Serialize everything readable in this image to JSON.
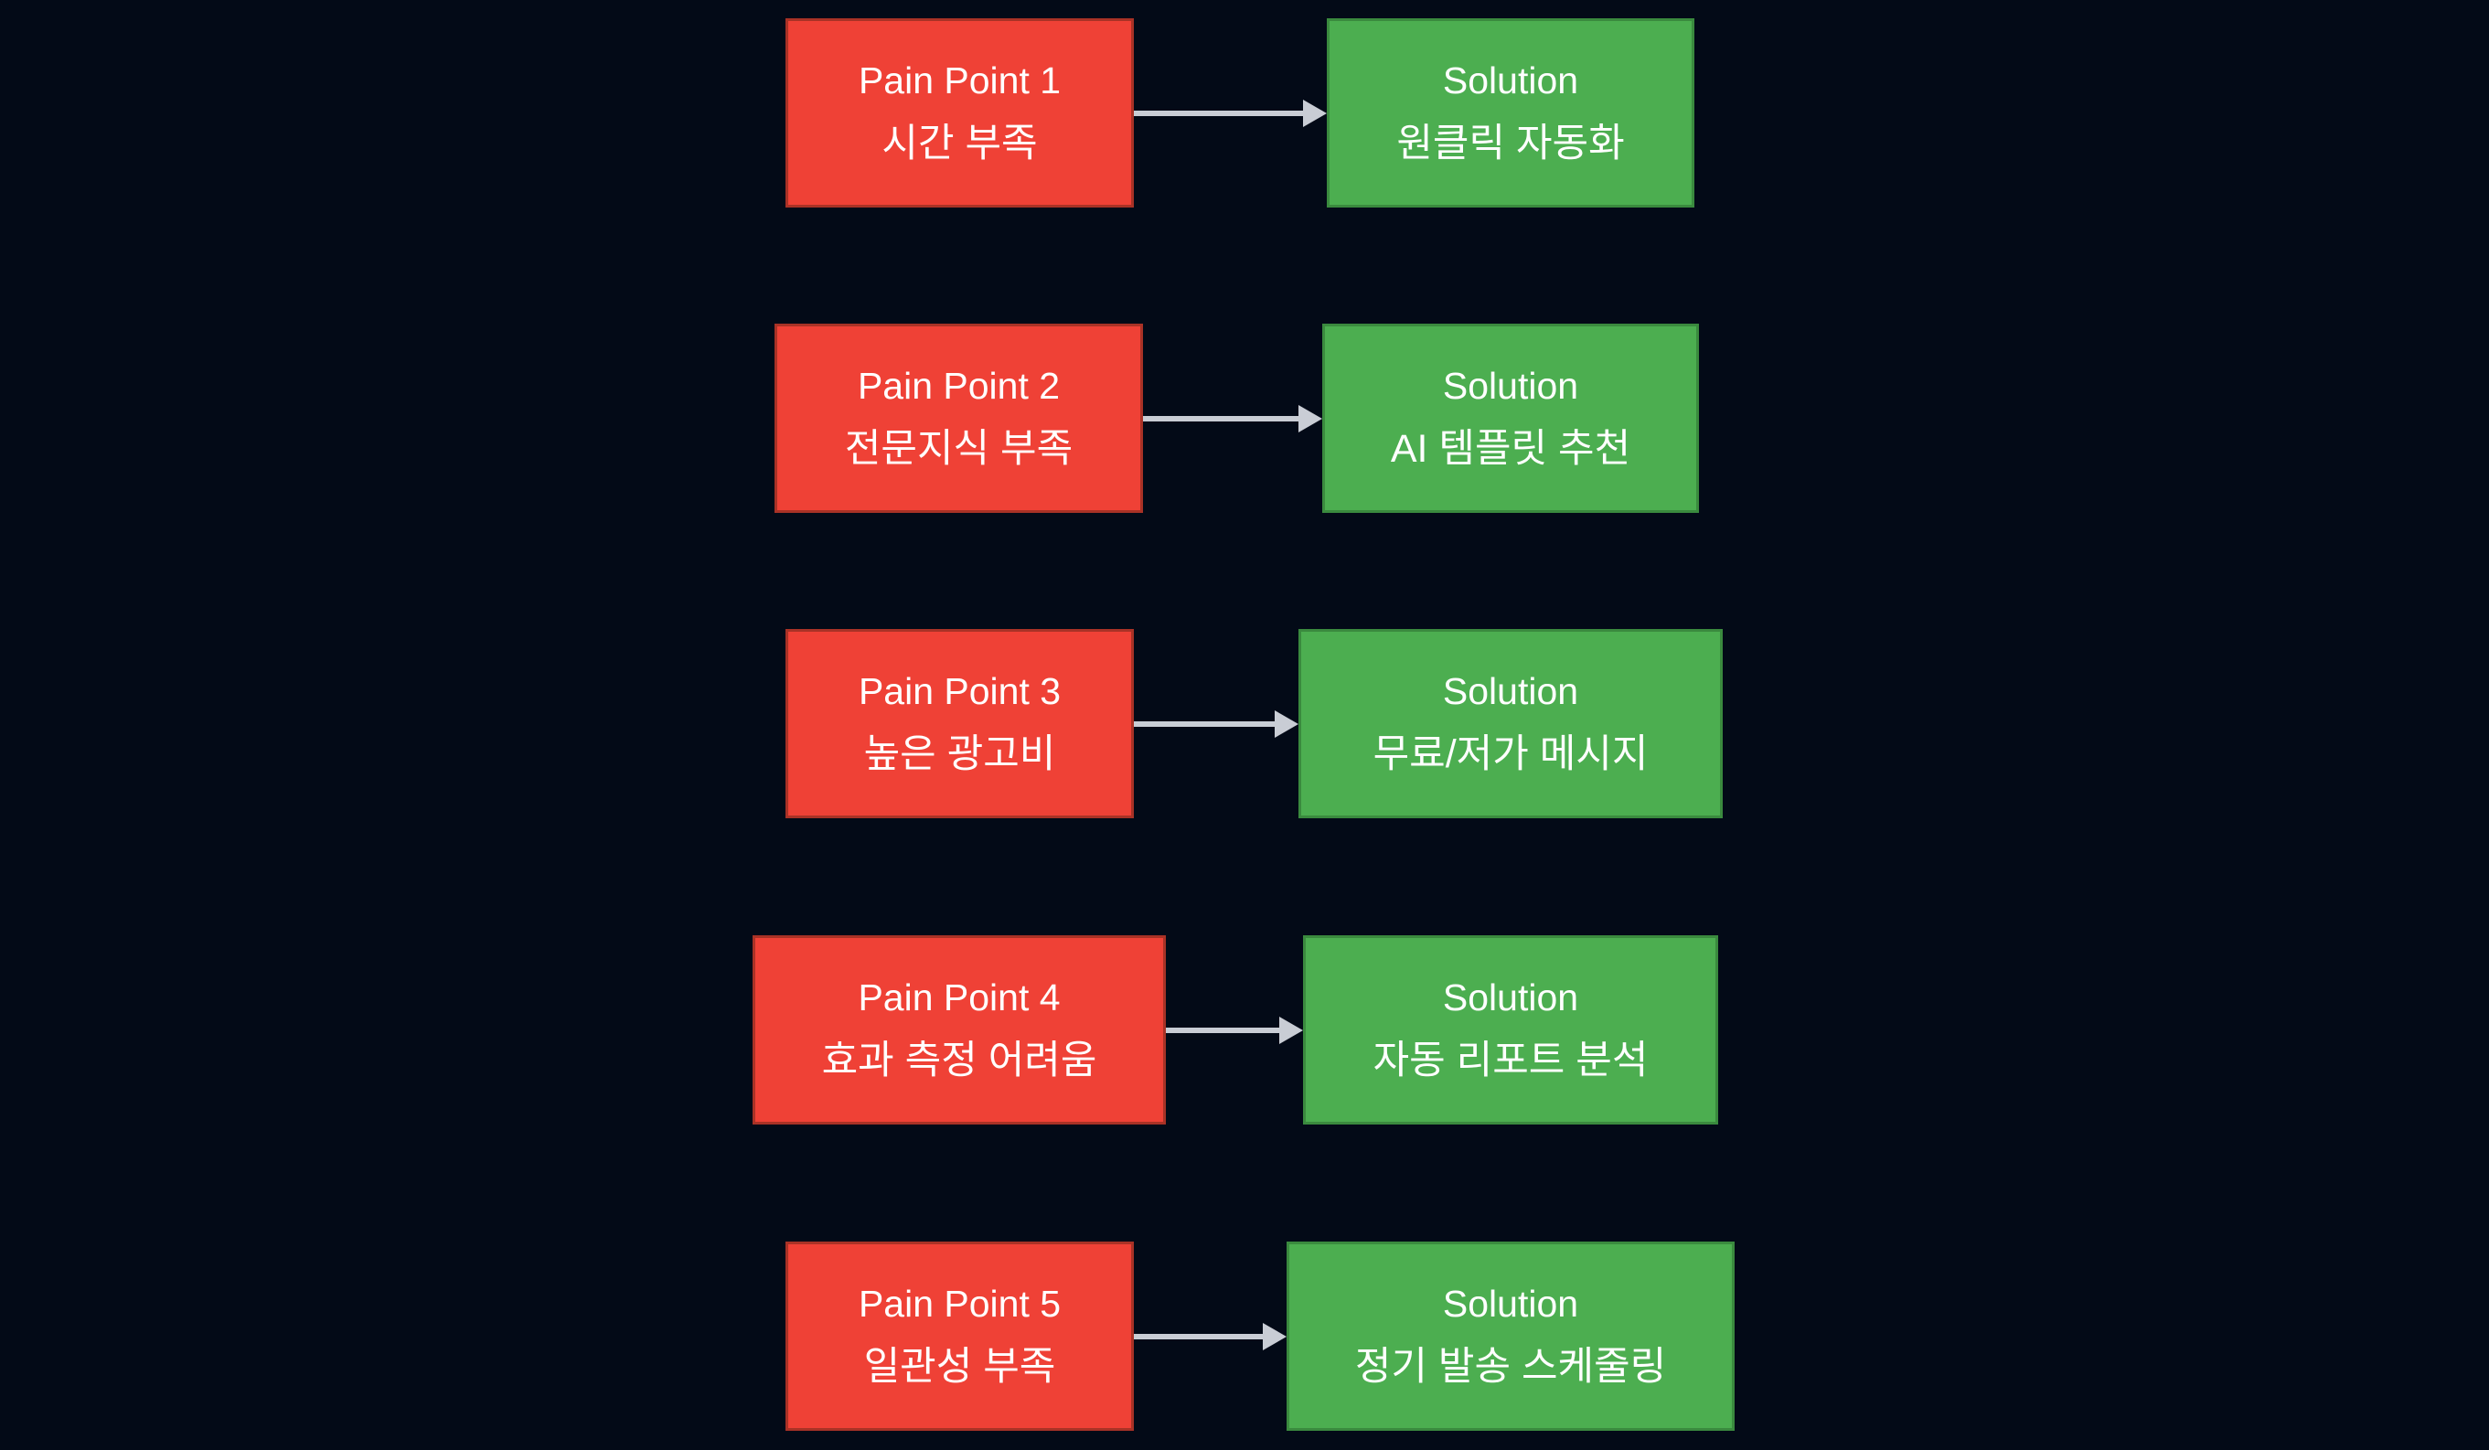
{
  "colors": {
    "background": "#030a17",
    "pain_fill": "#ef4136",
    "pain_border": "#a93226",
    "solution_fill": "#4cae50",
    "solution_border": "#3a8a3e",
    "arrow": "#c9cdd5",
    "text": "#ffffff"
  },
  "diagram": {
    "type": "pain-point-to-solution-flow",
    "rows": [
      {
        "pain": {
          "title": "Pain Point 1",
          "subtitle": "시간 부족"
        },
        "solution": {
          "title": "Solution",
          "subtitle": "원클릭 자동화"
        }
      },
      {
        "pain": {
          "title": "Pain Point 2",
          "subtitle": "전문지식 부족"
        },
        "solution": {
          "title": "Solution",
          "subtitle": "AI 템플릿 추천"
        }
      },
      {
        "pain": {
          "title": "Pain Point 3",
          "subtitle": "높은 광고비"
        },
        "solution": {
          "title": "Solution",
          "subtitle": "무료/저가 메시지"
        }
      },
      {
        "pain": {
          "title": "Pain Point 4",
          "subtitle": "효과 측정 어려움"
        },
        "solution": {
          "title": "Solution",
          "subtitle": "자동 리포트 분석"
        }
      },
      {
        "pain": {
          "title": "Pain Point 5",
          "subtitle": "일관성 부족"
        },
        "solution": {
          "title": "Solution",
          "subtitle": "정기 발송 스케줄링"
        }
      }
    ]
  }
}
